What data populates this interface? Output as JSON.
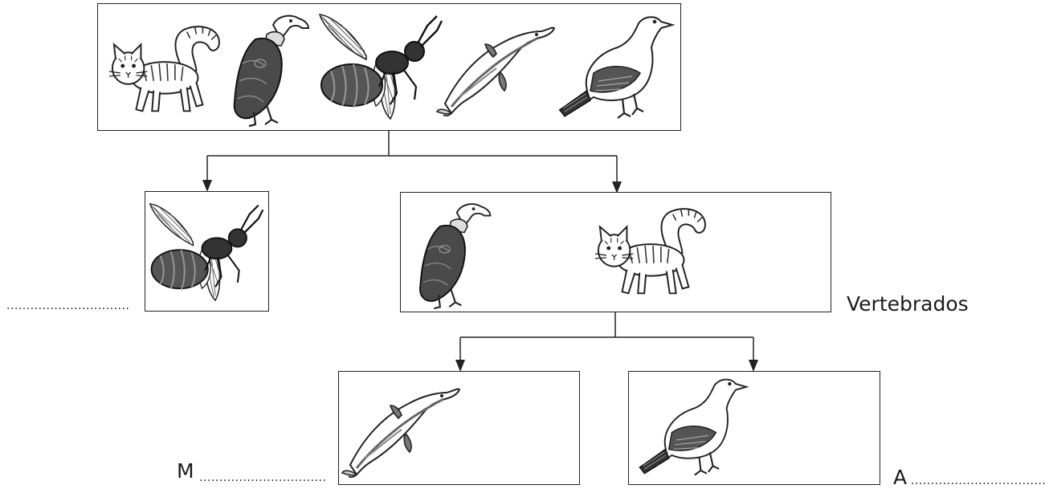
{
  "labels": {
    "vertebrates": "Vertebrados",
    "mammal_prefix": "M",
    "bird_prefix": "A"
  },
  "blanks": {
    "invertebrates": "...............................",
    "mammal": "................................",
    "bird": "..................................."
  },
  "animals": {
    "top": [
      "cat-icon",
      "vulture-icon",
      "wasp-icon",
      "dolphin-icon",
      "pigeon-icon"
    ],
    "invertebrates": [
      "wasp-icon"
    ],
    "vertebrates": [
      "vulture-icon",
      "cat-icon"
    ],
    "mammal": [
      "dolphin-icon"
    ],
    "bird": [
      "pigeon-icon"
    ]
  },
  "colors": {
    "line": "#222222",
    "ink": "#1a1a1a",
    "dark_fill": "#4a4a4a"
  }
}
